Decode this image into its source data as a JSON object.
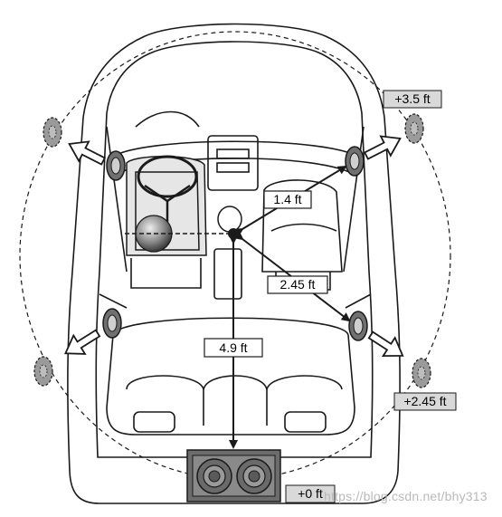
{
  "distances": {
    "front_speaker": "1.4 ft",
    "rear_speaker": "2.45 ft",
    "subwoofer": "4.9 ft"
  },
  "delays": {
    "front_right": "+3.5 ft",
    "rear_right": "+2.45 ft",
    "subwoofer": "+0 ft"
  },
  "watermark": "https://blog.csdn.net/bhy313",
  "colors": {
    "line": "#1a1a1a",
    "label_box": "#d9d9d9",
    "speaker_dark": "#555555",
    "speaker_virtual": "#9a9a9a"
  }
}
